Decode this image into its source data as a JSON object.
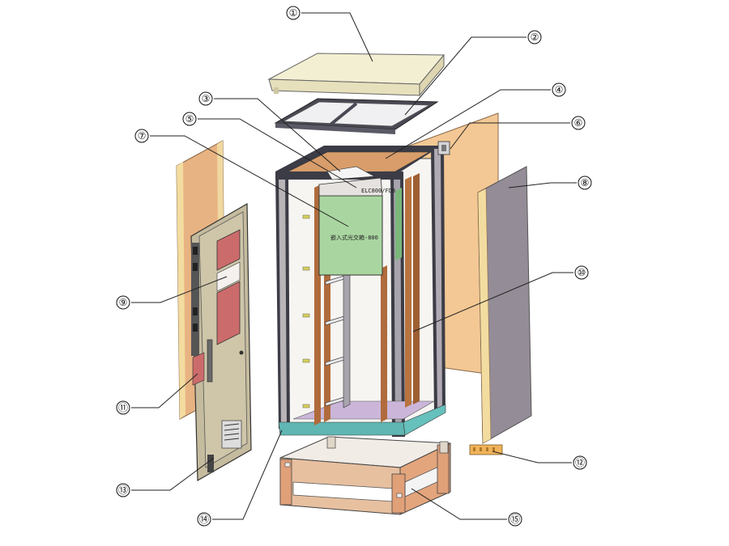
{
  "diagram": {
    "callouts": [
      {
        "id": 1,
        "label": "①"
      },
      {
        "id": 2,
        "label": "②"
      },
      {
        "id": 3,
        "label": "③"
      },
      {
        "id": 4,
        "label": "④"
      },
      {
        "id": 5,
        "label": "⑤"
      },
      {
        "id": 6,
        "label": "⑥"
      },
      {
        "id": 7,
        "label": "⑦"
      },
      {
        "id": 8,
        "label": "⑧"
      },
      {
        "id": 9,
        "label": "⑨"
      },
      {
        "id": 10,
        "label": "⑩"
      },
      {
        "id": 11,
        "label": "⑪"
      },
      {
        "id": 12,
        "label": "⑫"
      },
      {
        "id": 13,
        "label": "⑬"
      },
      {
        "id": 14,
        "label": "⑭"
      },
      {
        "id": 15,
        "label": "⑮"
      }
    ],
    "mounting_plate_text": "嵌入式光交箱-800",
    "nameplate_text": "ELC800/FDB"
  },
  "colors": {
    "top_cover": "#f3efd2",
    "side_panel_tan": "#f3c894",
    "side_panel_light": "#e8c69a",
    "gray_panel": "#948c96",
    "door": "#c9c0a3",
    "mounting_plate": "#a9d6a0",
    "frame_dark": "#3c3c46",
    "rail_copper": "#b06b3c",
    "base_frame": "#e3a57c",
    "red_window": "#cc6b6b"
  }
}
